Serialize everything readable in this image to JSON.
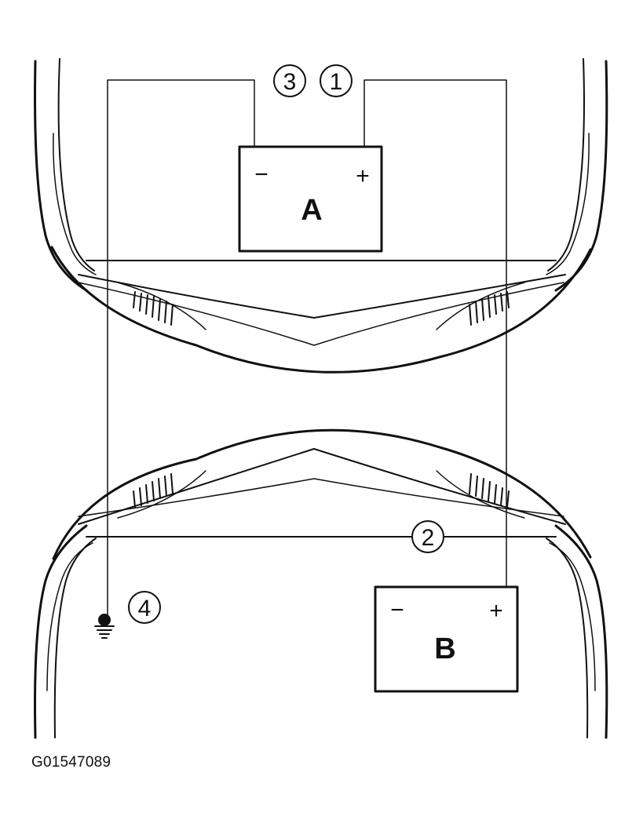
{
  "diagram": {
    "battery_a": {
      "label": "A",
      "negative": "−",
      "positive": "+"
    },
    "battery_b": {
      "label": "B",
      "negative": "−",
      "positive": "+"
    },
    "callouts": [
      "3",
      "1",
      "2",
      "4"
    ]
  },
  "figure_code": "G01547089",
  "colors": {
    "line": "#111111",
    "background": "#ffffff"
  }
}
